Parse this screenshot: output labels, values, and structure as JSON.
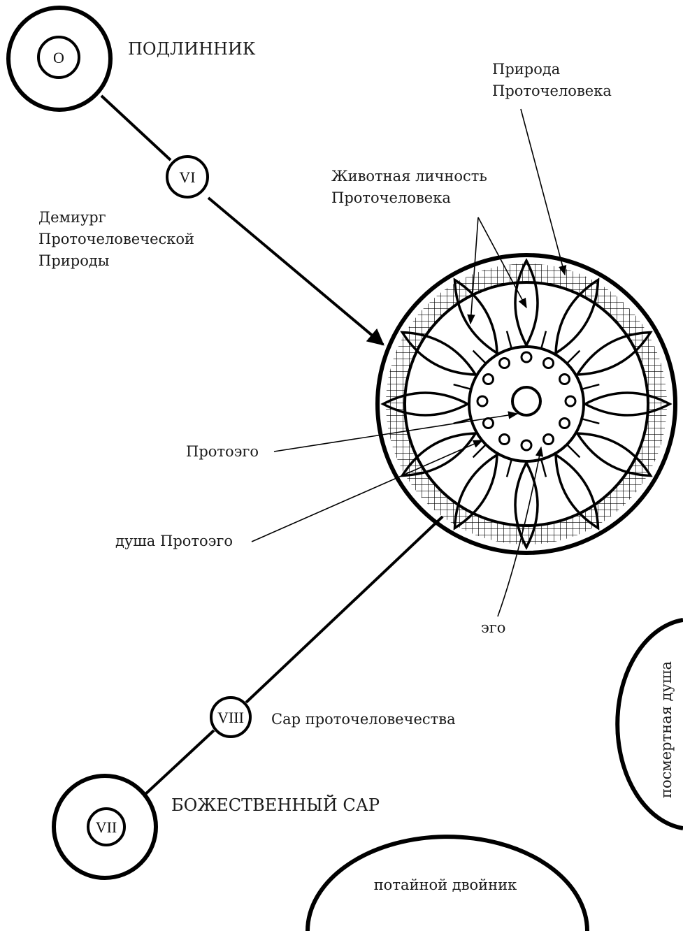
{
  "nodes": {
    "original": {
      "symbol": "O",
      "label": "ПОДЛИННИК"
    },
    "demiurge": {
      "symbol": "VI",
      "label_lines": [
        "Демиург",
        "Проточеловеческой",
        "Природы"
      ]
    },
    "sar_protohumanity": {
      "symbol": "VIII",
      "label": "Сар проточеловечества"
    },
    "divine_sar": {
      "symbol": "VII",
      "label": "БОЖЕСТВЕННЫЙ САР"
    }
  },
  "callouts": {
    "nature": [
      "Природа",
      "Проточеловека"
    ],
    "animal_personality": [
      "Животная личность",
      "Проточеловека"
    ],
    "protoego": "Протоэго",
    "protoego_soul": "душа Протоэго",
    "ego": "эго"
  },
  "arcs": {
    "posthumous_soul": "посмертная душа",
    "secret_double": "потайной двойник"
  }
}
